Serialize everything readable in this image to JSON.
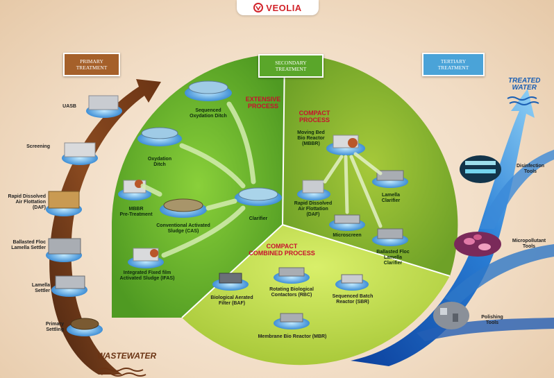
{
  "brand": {
    "name": "VEOLIA",
    "color": "#d2232a"
  },
  "stages": {
    "primary": "PRIMARY\nTREATMENT",
    "secondary": "SECONDARY\nTREATMENT",
    "tertiary": "TERTIARY\nTREATMENT"
  },
  "stage_colors": {
    "primary": "#a5602a",
    "secondary": "#5aa62a",
    "tertiary": "#4aa3d8"
  },
  "inlet_label": "WASTEWATER",
  "outlet_label": "TREATED\nWATER",
  "primary_items": [
    "UASB",
    "Screening",
    "Rapid Dissolved\nAir Flottation\n(DAF)",
    "Ballasted Floc\nLamella Settler",
    "Lamella\nSettler",
    "Primary\nSettling"
  ],
  "extensive": {
    "title": "EXTENSIVE\nPROCESS",
    "items": {
      "sod": "Sequenced\nOxydation Ditch",
      "od": "Oxydation\nDitch",
      "mbbr_pre": "MBBR\nPre-Treatment",
      "cas": "Conventional Activated\nSludge (CAS)",
      "ifas": "Integrated Fixed film\nActivated Sludge (IFAS)",
      "clarifier": "Clarifier"
    }
  },
  "compact": {
    "title": "COMPACT\nPROCESS",
    "items": {
      "mbbr": "Moving Bed\nBio Reactor\n(MBBR)",
      "daf": "Rapid Dissolved\nAir Flottation\n(DAF)",
      "lamella": "Lamella\nClarifier",
      "microscreen": "Microscreen",
      "ballasted": "Ballasted Floc\nLamella\nClarifier"
    }
  },
  "combined": {
    "title": "COMPACT\nCOMBINED PROCESS",
    "items": {
      "baf": "Biological Aerated\nFilter (BAF)",
      "rbc": "Rotating Biological\nContactors (RBC)",
      "sbr": "Sequenced Batch\nReactor (SBR)",
      "mbr": "Membrane Bio Reactor (MBR)"
    }
  },
  "tertiary_items": {
    "disinfection": "Disinfection\nTools",
    "micropollutant": "Micropollutant\nTools",
    "polishing": "Polishing\nTools"
  }
}
